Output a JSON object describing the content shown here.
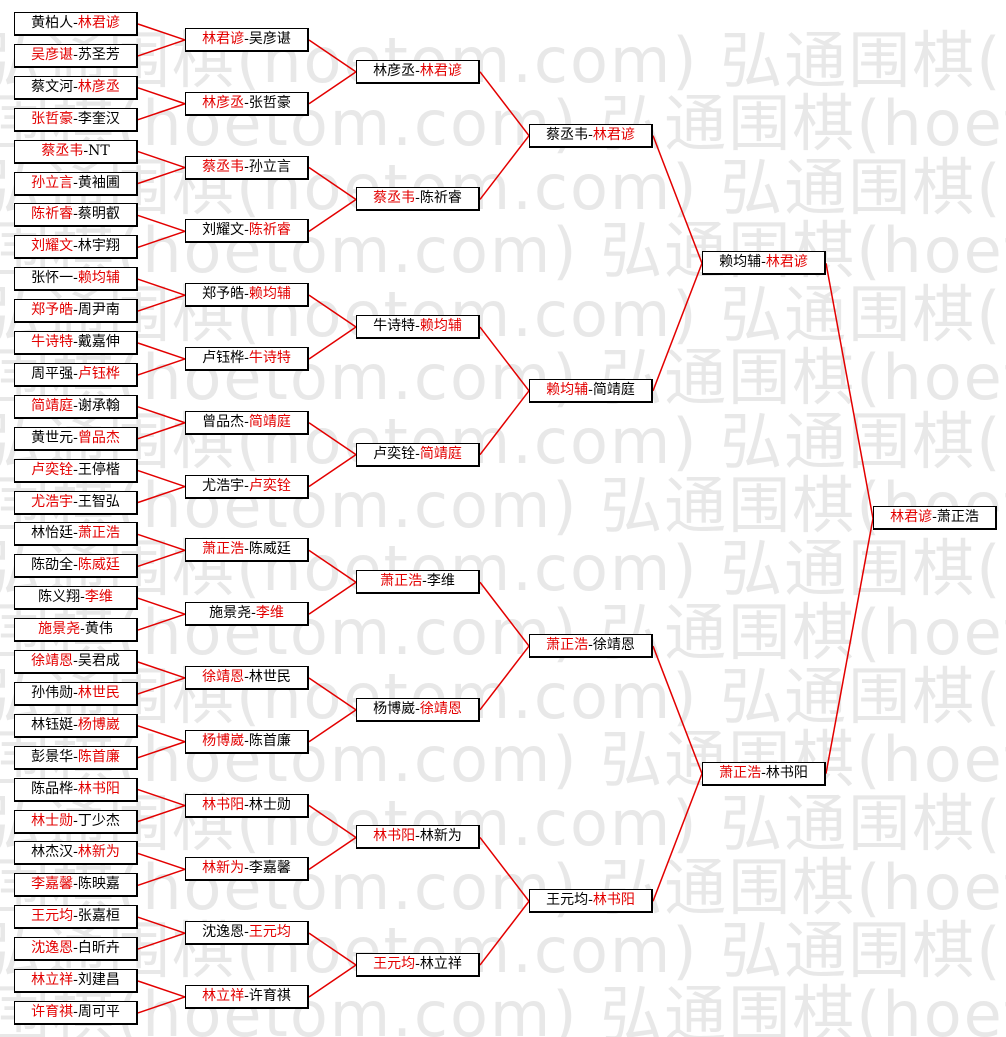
{
  "watermark_text": "弘通围棋(hoetom.com) 弘通围棋(hoetom.com) 弘通围棋(hoetom.com)",
  "colors": {
    "winner": "#e30000",
    "line": "#e30000",
    "text": "#000000"
  },
  "rounds": [
    [
      {
        "p1": "黄柏人",
        "p2": "林君谚",
        "winner": 2
      },
      {
        "p1": "吴彦谌",
        "p2": "苏圣芳",
        "winner": 1
      },
      {
        "p1": "蔡文河",
        "p2": "林彦丞",
        "winner": 2
      },
      {
        "p1": "张哲豪",
        "p2": "李奎汉",
        "winner": 1
      },
      {
        "p1": "蔡丞韦",
        "p2": "NT",
        "winner": 1
      },
      {
        "p1": "孙立言",
        "p2": "黄袖圃",
        "winner": 1
      },
      {
        "p1": "陈祈睿",
        "p2": "蔡明叡",
        "winner": 1
      },
      {
        "p1": "刘耀文",
        "p2": "林宇翔",
        "winner": 1
      },
      {
        "p1": "张怀一",
        "p2": "赖均辅",
        "winner": 2
      },
      {
        "p1": "郑予皓",
        "p2": "周尹南",
        "winner": 1
      },
      {
        "p1": "牛诗特",
        "p2": "戴嘉伸",
        "winner": 1
      },
      {
        "p1": "周平强",
        "p2": "卢钰桦",
        "winner": 2
      },
      {
        "p1": "简靖庭",
        "p2": "谢承翰",
        "winner": 1
      },
      {
        "p1": "黄世元",
        "p2": "曾品杰",
        "winner": 2
      },
      {
        "p1": "卢奕铨",
        "p2": "王停楷",
        "winner": 1
      },
      {
        "p1": "尤浩宇",
        "p2": "王智弘",
        "winner": 1
      },
      {
        "p1": "林怡廷",
        "p2": "萧正浩",
        "winner": 2
      },
      {
        "p1": "陈劭全",
        "p2": "陈威廷",
        "winner": 2
      },
      {
        "p1": "陈义翔",
        "p2": "李维",
        "winner": 2
      },
      {
        "p1": "施景尧",
        "p2": "黄伟",
        "winner": 1
      },
      {
        "p1": "徐靖恩",
        "p2": "吴君成",
        "winner": 1
      },
      {
        "p1": "孙伟勋",
        "p2": "林世民",
        "winner": 2
      },
      {
        "p1": "林钰娗",
        "p2": "杨博崴",
        "winner": 2
      },
      {
        "p1": "彭景华",
        "p2": "陈首廉",
        "winner": 2
      },
      {
        "p1": "陈品桦",
        "p2": "林书阳",
        "winner": 2
      },
      {
        "p1": "林士勋",
        "p2": "丁少杰",
        "winner": 1
      },
      {
        "p1": "林杰汉",
        "p2": "林新为",
        "winner": 2
      },
      {
        "p1": "李嘉馨",
        "p2": "陈映嘉",
        "winner": 1
      },
      {
        "p1": "王元均",
        "p2": "张嘉桓",
        "winner": 1
      },
      {
        "p1": "沈逸恩",
        "p2": "白昕卉",
        "winner": 1
      },
      {
        "p1": "林立祥",
        "p2": "刘建昌",
        "winner": 1
      },
      {
        "p1": "许育祺",
        "p2": "周可平",
        "winner": 1
      }
    ],
    [
      {
        "p1": "林君谚",
        "p2": "吴彦谌",
        "winner": 1
      },
      {
        "p1": "林彦丞",
        "p2": "张哲豪",
        "winner": 1
      },
      {
        "p1": "蔡丞韦",
        "p2": "孙立言",
        "winner": 1
      },
      {
        "p1": "刘耀文",
        "p2": "陈祈睿",
        "winner": 2
      },
      {
        "p1": "郑予皓",
        "p2": "赖均辅",
        "winner": 2
      },
      {
        "p1": "卢钰桦",
        "p2": "牛诗特",
        "winner": 2
      },
      {
        "p1": "曾品杰",
        "p2": "简靖庭",
        "winner": 2
      },
      {
        "p1": "尤浩宇",
        "p2": "卢奕铨",
        "winner": 2
      },
      {
        "p1": "萧正浩",
        "p2": "陈威廷",
        "winner": 1
      },
      {
        "p1": "施景尧",
        "p2": "李维",
        "winner": 2
      },
      {
        "p1": "徐靖恩",
        "p2": "林世民",
        "winner": 1
      },
      {
        "p1": "杨博崴",
        "p2": "陈首廉",
        "winner": 1
      },
      {
        "p1": "林书阳",
        "p2": "林士勋",
        "winner": 1
      },
      {
        "p1": "林新为",
        "p2": "李嘉馨",
        "winner": 1
      },
      {
        "p1": "沈逸恩",
        "p2": "王元均",
        "winner": 2
      },
      {
        "p1": "林立祥",
        "p2": "许育祺",
        "winner": 1
      }
    ],
    [
      {
        "p1": "林彦丞",
        "p2": "林君谚",
        "winner": 2
      },
      {
        "p1": "蔡丞韦",
        "p2": "陈祈睿",
        "winner": 1
      },
      {
        "p1": "牛诗特",
        "p2": "赖均辅",
        "winner": 2
      },
      {
        "p1": "卢奕铨",
        "p2": "简靖庭",
        "winner": 2
      },
      {
        "p1": "萧正浩",
        "p2": "李维",
        "winner": 1
      },
      {
        "p1": "杨博崴",
        "p2": "徐靖恩",
        "winner": 2
      },
      {
        "p1": "林书阳",
        "p2": "林新为",
        "winner": 1
      },
      {
        "p1": "王元均",
        "p2": "林立祥",
        "winner": 1
      }
    ],
    [
      {
        "p1": "蔡丞韦",
        "p2": "林君谚",
        "winner": 2
      },
      {
        "p1": "赖均辅",
        "p2": "简靖庭",
        "winner": 1
      },
      {
        "p1": "萧正浩",
        "p2": "徐靖恩",
        "winner": 1
      },
      {
        "p1": "王元均",
        "p2": "林书阳",
        "winner": 2
      }
    ],
    [
      {
        "p1": "赖均辅",
        "p2": "林君谚",
        "winner": 2
      },
      {
        "p1": "萧正浩",
        "p2": "林书阳",
        "winner": 1
      }
    ],
    [
      {
        "p1": "林君谚",
        "p2": "萧正浩",
        "winner": 1
      }
    ]
  ]
}
